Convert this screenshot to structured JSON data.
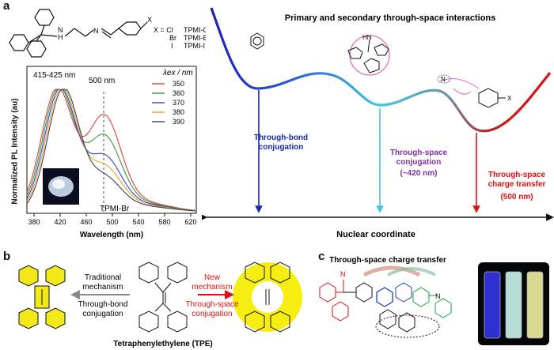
{
  "panels": {
    "a": {
      "letter": "a",
      "structure": {
        "x_legend_line1": "X = Cl",
        "x_legend_line2": "Br",
        "x_legend_line3": "I",
        "name_cl": "TPMI-Cl",
        "name_br": "TPMI-Br",
        "name_i": "TPMI-I",
        "atom_h": "H",
        "atom_n": "N",
        "atom_x": "X"
      },
      "spectrum": {
        "ylabel": "Normalized PL Intensity (au)",
        "xlabel": "Wavelength (nm)",
        "peak_label": "415-425 nm",
        "shoulder_label": "500 nm",
        "legend_title": "λex / nm",
        "legend_entries": [
          "350",
          "360",
          "370",
          "380",
          "390"
        ],
        "legend_colors": [
          "#e0403a",
          "#3a9a3a",
          "#3a40d0",
          "#f0a030",
          "#404040"
        ],
        "sample_label": "TPMI-Br",
        "xticks": [
          "380",
          "420",
          "460",
          "500",
          "540",
          "580",
          "620"
        ]
      },
      "energy": {
        "title": "Primary and secondary through-space interactions",
        "tbc_line1": "Through-bond",
        "tbc_line2": "conjugation",
        "tsc_line1": "Through-space",
        "tsc_line2": "conjugation",
        "tsc_line3": "(~420 nm)",
        "tsct_line1": "Through-space",
        "tsct_line2": "charge transfer",
        "tsct_line3": "(500 nm)",
        "axis_label": "Nuclear coordinate",
        "hn_label": "HN",
        "n_label": "N",
        "x_label": "X"
      }
    },
    "b": {
      "letter": "b",
      "traditional_line1": "Traditional",
      "traditional_line2": "mechanism",
      "through_bond_line1": "Through-bond",
      "through_bond_line2": "conjugation",
      "new_line1": "New",
      "new_line2": "mechanism",
      "through_space_line1": "Through-space",
      "through_space_line2": "conjugation",
      "caption": "Tetraphenylethylene (TPE)"
    },
    "c": {
      "letter": "c",
      "title": "Through-space charge transfer",
      "atom_n1": "N",
      "atom_n2": "N",
      "vial_colors": [
        "#3030d0",
        "#b8dcd8",
        "#d8d890"
      ]
    }
  }
}
